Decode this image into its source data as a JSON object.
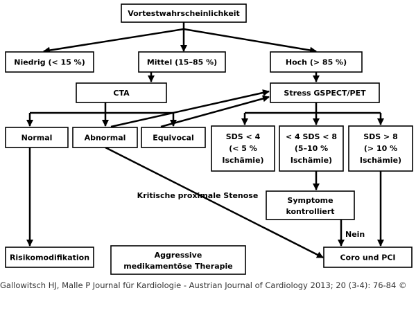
{
  "nodes": {
    "pretest": "Vortestwahrscheinlichkeit",
    "low": "Niedrig (< 15 %)",
    "mid": "Mittel (15–85 %)",
    "high": "Hoch (> 85 %)",
    "cta": "CTA",
    "stress": "Stress GSPECT/PET",
    "normal": "Normal",
    "abnormal": "Abnormal",
    "equivocal": "Equivocal",
    "sds_low": [
      "SDS < 4",
      "(< 5 %",
      "Ischämie)"
    ],
    "sds_mid": [
      "< 4 SDS < 8",
      "(5–10 %",
      "Ischämie)"
    ],
    "sds_high": [
      "SDS > 8",
      "(> 10 %",
      "Ischämie)"
    ],
    "symptoms": [
      "Symptome",
      "kontrolliert"
    ],
    "risk": "Risikomodifikation",
    "aggressive": [
      "Aggressive",
      "medikamentöse Therapie"
    ],
    "coro": "Coro und PCI"
  },
  "labels": {
    "stenosis": "Kritische proximale Stenose",
    "no": "Nein"
  },
  "caption": "Gallowitsch HJ, Malle P Journal für Kardiologie - Austrian Journal of Cardiology 2013; 20 (3-4): 76-84 ©"
}
